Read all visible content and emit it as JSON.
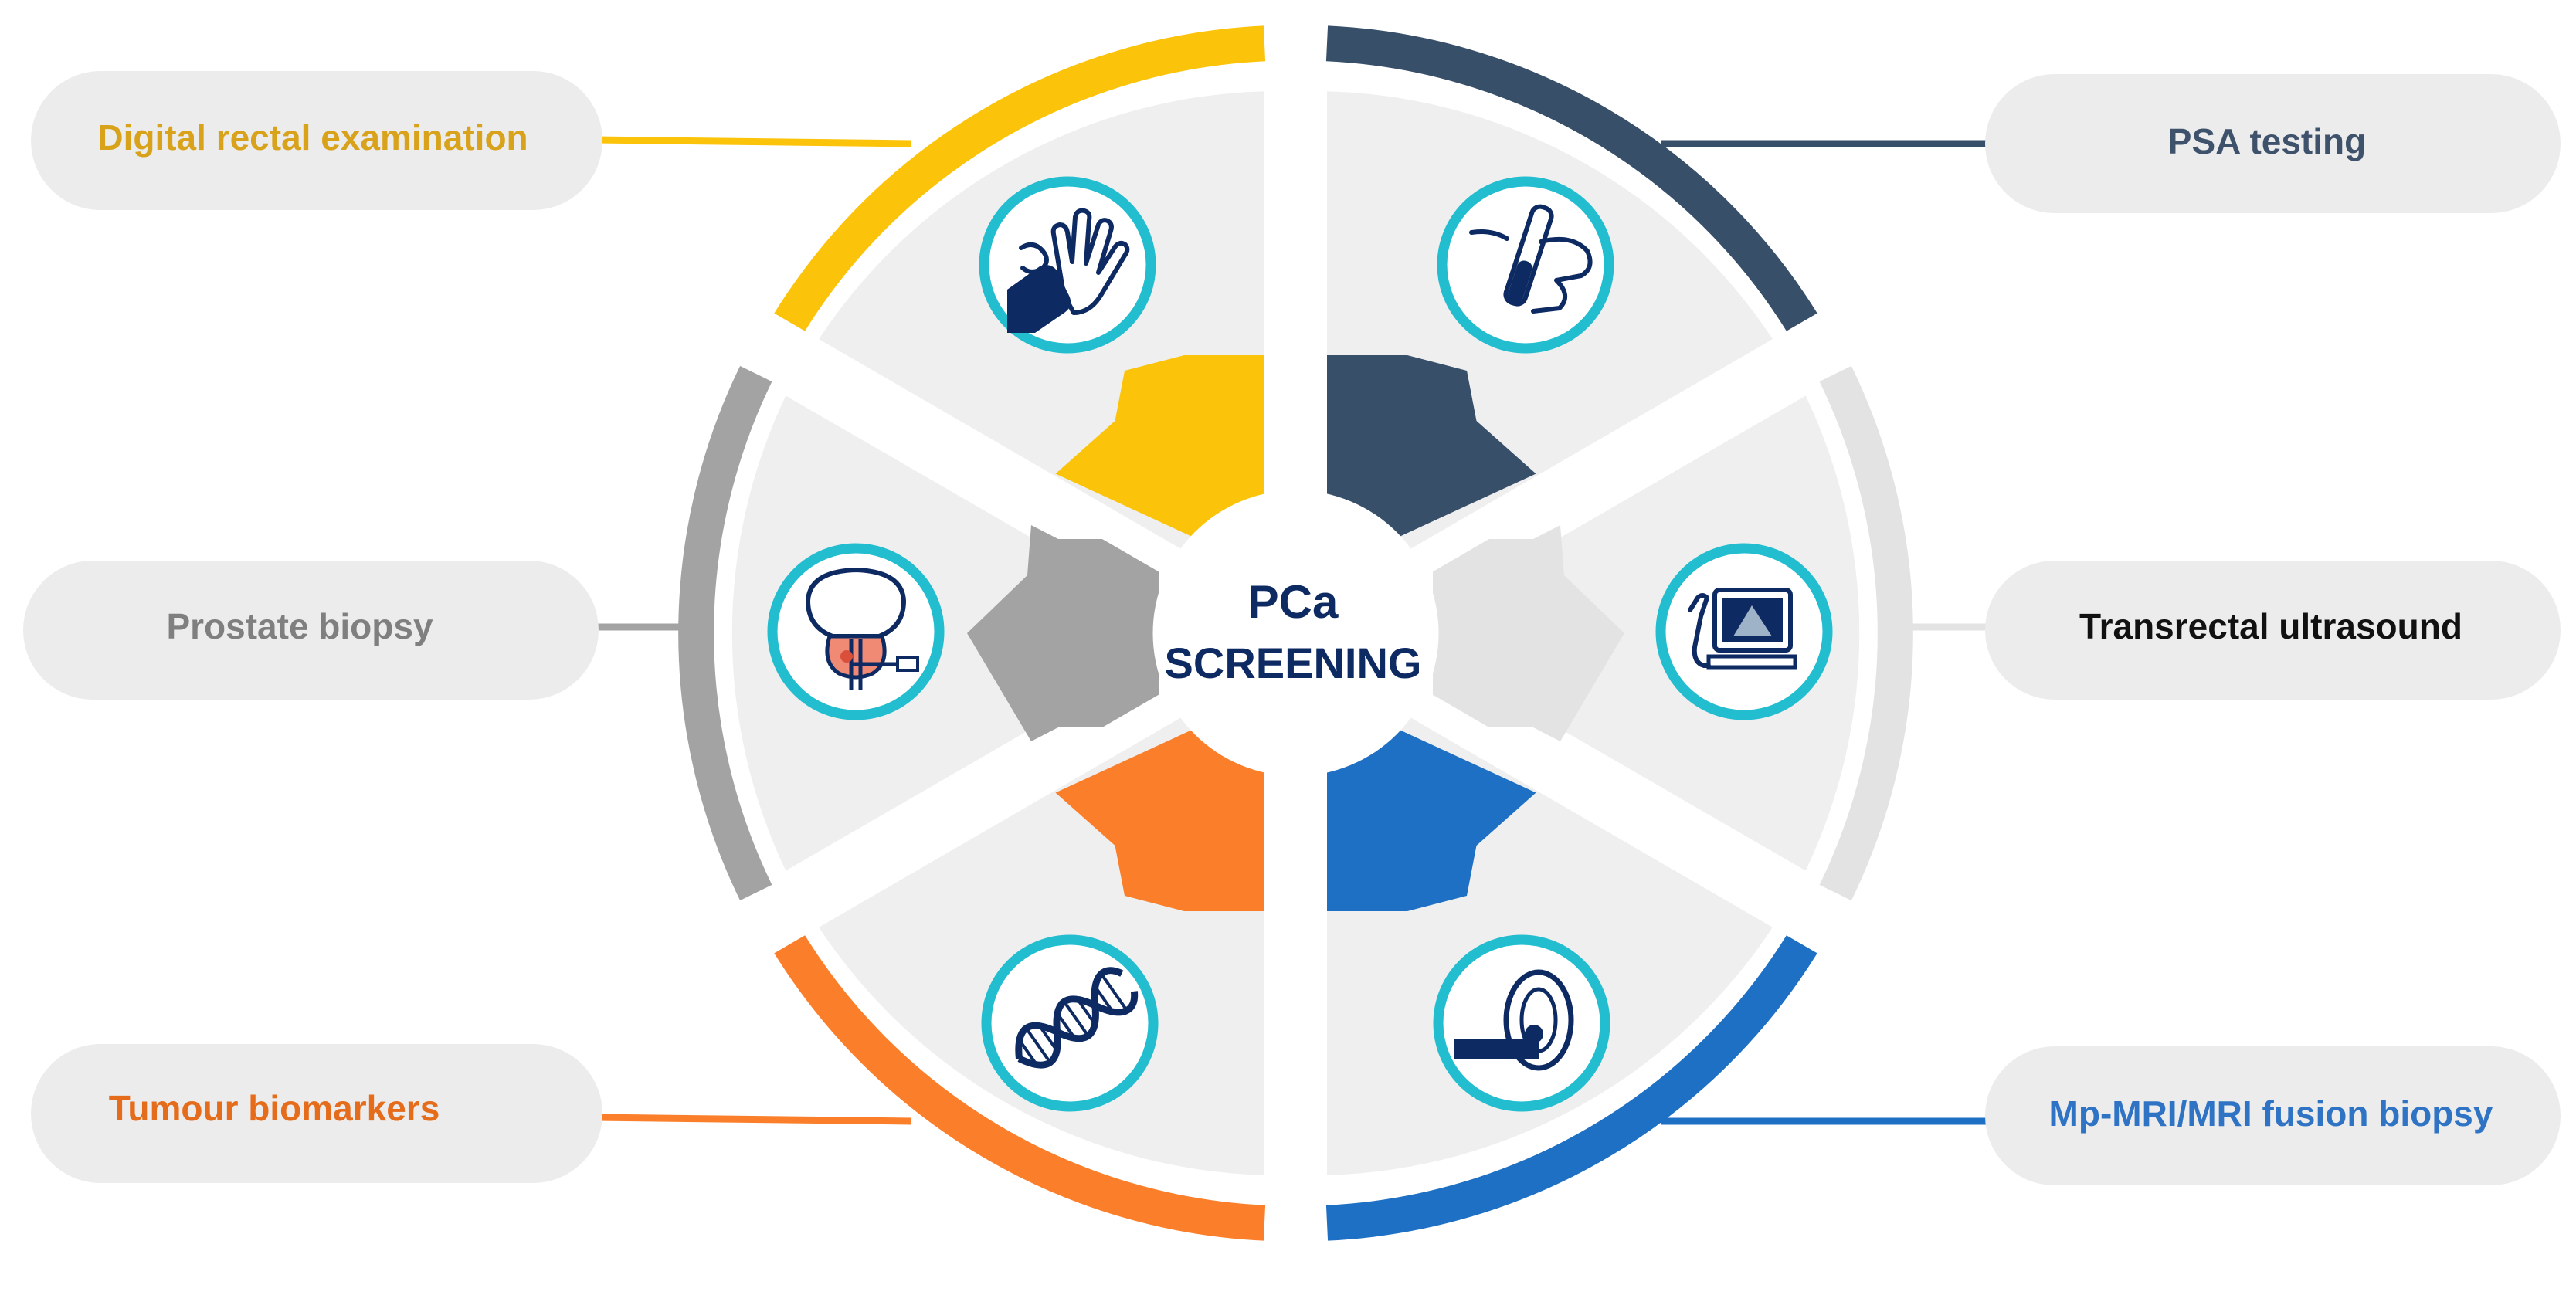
{
  "center": {
    "line1": "PCa",
    "line2": "SCREENING"
  },
  "colors": {
    "yellow": "#fcc30b",
    "navy": "#384f6a",
    "gray": "#a3a3a3",
    "lightgray": "#e3e3e3",
    "orange": "#fb7f2a",
    "blue": "#1e70c4",
    "segment": "#efefef",
    "pill": "#ececec",
    "icon_ring": "#23bdd0",
    "center_text": "#0d2a63"
  },
  "segments": [
    {
      "id": "dre",
      "label": "Digital rectal examination",
      "color_key": "yellow",
      "text_color": "#d9a21b",
      "icon": "glove-hand-icon"
    },
    {
      "id": "psa",
      "label": "PSA testing",
      "color_key": "navy",
      "text_color": "#3f526b",
      "icon": "blood-test-tube-icon"
    },
    {
      "id": "biopsy",
      "label": "Prostate biopsy",
      "color_key": "gray",
      "text_color": "#7f7f7f",
      "icon": "prostate-biopsy-icon"
    },
    {
      "id": "trus",
      "label": "Transrectal ultrasound",
      "color_key": "lightgray",
      "text_color": "#111111",
      "icon": "ultrasound-monitor-icon"
    },
    {
      "id": "biomarkers",
      "label": "Tumour biomarkers",
      "color_key": "orange",
      "text_color": "#e56c1b",
      "icon": "dna-helix-icon"
    },
    {
      "id": "mri",
      "label": "Mp-MRI/MRI fusion biopsy",
      "color_key": "blue",
      "text_color": "#2f73c5",
      "icon": "mri-scanner-icon"
    }
  ]
}
